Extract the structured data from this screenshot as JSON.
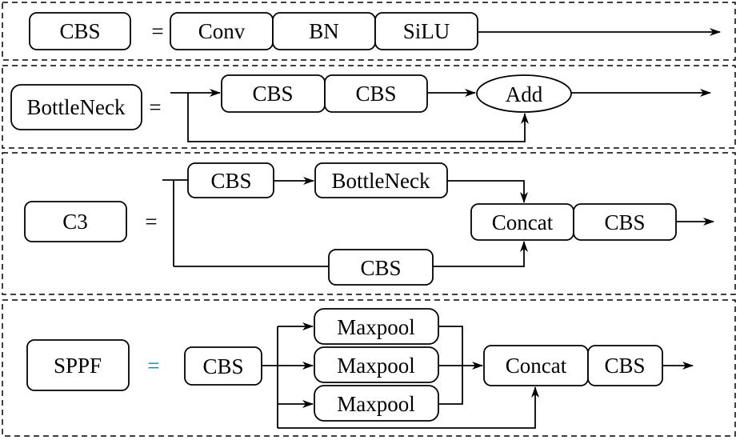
{
  "colors": {
    "equals_sppf": "#1f7fa8",
    "line": "#000000"
  },
  "rows": {
    "cbs": {
      "name": "CBS",
      "equals": "=",
      "blocks": [
        "Conv",
        "BN",
        "SiLU"
      ]
    },
    "bottleneck": {
      "name": "BottleNeck",
      "equals": "=",
      "blocks": [
        "CBS",
        "CBS"
      ],
      "add": "Add"
    },
    "c3": {
      "name": "C3",
      "equals": "=",
      "top_cbs": "CBS",
      "bottleneck": "BottleNeck",
      "bottom_cbs": "CBS",
      "concat": "Concat",
      "out_cbs": "CBS"
    },
    "sppf": {
      "name": "SPPF",
      "equals": "=",
      "in_cbs": "CBS",
      "maxpools": [
        "Maxpool",
        "Maxpool",
        "Maxpool"
      ],
      "concat": "Concat",
      "out_cbs": "CBS"
    }
  }
}
